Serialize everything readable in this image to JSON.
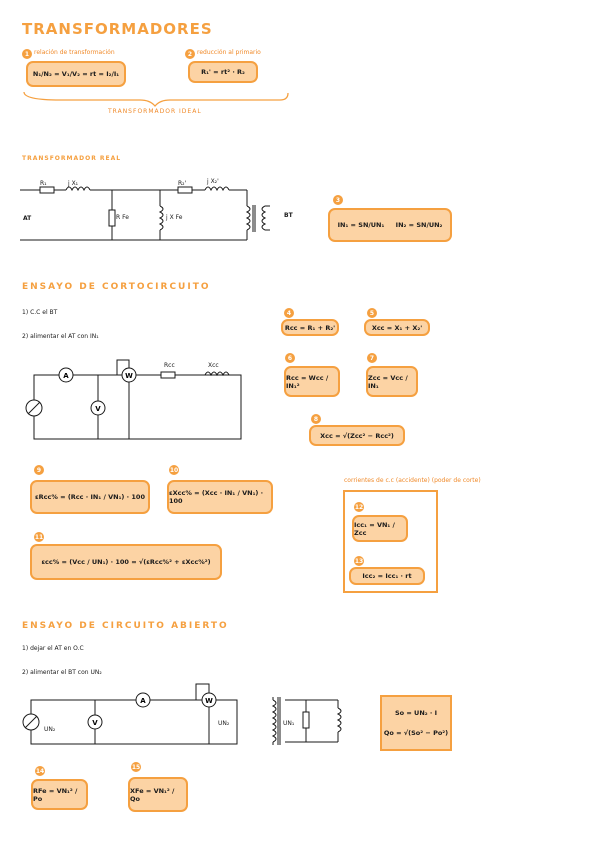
{
  "title": "TRANSFORMADORES",
  "ideal": {
    "n1_label": "relación de transformación",
    "n2_label": "reducción al primario",
    "formula1": "N₁/N₂ = V₁/V₂ = rt = I₂/I₁",
    "formula2": "R₁' = rt² · R₂",
    "caption": "TRANSFORMADOR IDEAL"
  },
  "real": {
    "heading": "TRANSFORMADOR REAL",
    "labels": {
      "r1": "R₁",
      "x1": "j X₁",
      "r2": "R₂'",
      "x2": "j X₂'",
      "rfe": "R Fe",
      "xfe": "j X Fe",
      "at": "AT",
      "bt": "BT"
    },
    "formula3": "IN₁ = SN/UN₁     IN₂ = SN/UN₂"
  },
  "cc": {
    "heading": "ENSAYO  DE  CORTOCIRCUITO",
    "step1": "1) C.C  el  BT",
    "step2": "2) alimentar  el  AT  con  IN₁",
    "circuit": {
      "a": "A",
      "v": "V",
      "w": "W",
      "rcc": "Rcc",
      "xcc": "Xcc"
    },
    "f4": "Rcc = R₁ + R₂'",
    "f5": "Xcc = X₁ + X₂'",
    "f6": "Rcc = Wcc / IN₁²",
    "f7": "Zcc = Vcc / IN₁",
    "f8": "Xcc = √(Zcc² − Rcc²)",
    "f9": "εRcc% = (Rcc · IN₁ / VN₁) · 100",
    "f10": "εXcc% = (Xcc · IN₁ / VN₁) · 100",
    "f11": "εcc% = (Vcc / UN₁) · 100 = √(εRcc%² + εXcc%²)",
    "accident_title": "corrientes de c.c  (accidente) (poder de corte)",
    "f12": "Icc₁ = VN₁ / Zcc",
    "f13": "Icc₂ = Icc₁ · rt"
  },
  "ca": {
    "heading": "ENSAYO  DE  CIRCUITO  ABIERTO",
    "step1": "1) dejar  el  AT  en  O.C",
    "step2": "2) alimentar  el  BT  con  UN₂",
    "circuit": {
      "a": "A",
      "v": "V",
      "w": "W",
      "un2": "UN₂",
      "un1": "UN₁"
    },
    "fbox1": "So = UN₂ · I",
    "fbox2": "Qo = √(So² − Po²)",
    "f14": "RFe = VN₁² / Po",
    "f15": "XFe = VN₁² / Qo"
  },
  "numbers": [
    "1",
    "2",
    "3",
    "4",
    "5",
    "6",
    "7",
    "8",
    "9",
    "10",
    "11",
    "12",
    "13",
    "14",
    "15"
  ],
  "colors": {
    "accent": "#f5a040",
    "fill": "#fcd3a4",
    "ink": "#1a1a1a"
  }
}
